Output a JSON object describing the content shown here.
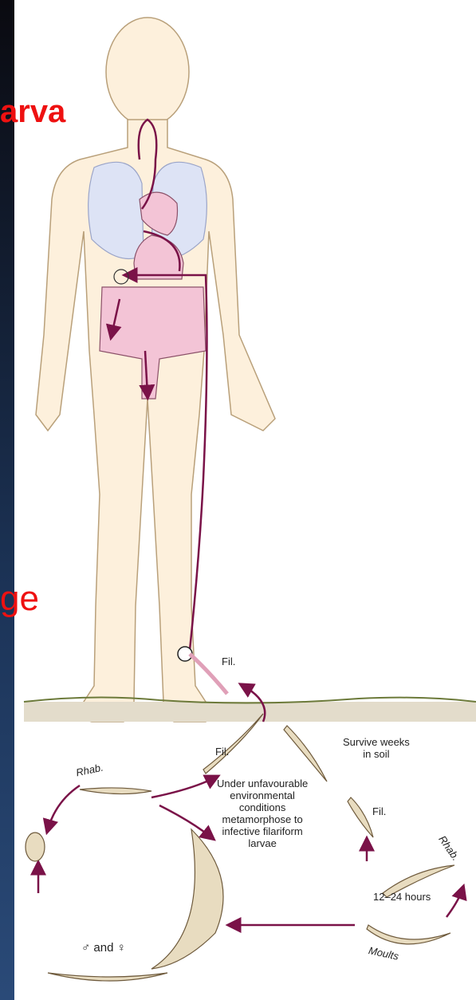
{
  "slide": {
    "title_fragment_1": "arva",
    "title_fragment_2": "ge"
  },
  "diagram": {
    "labels": {
      "fil_top": "Fil.",
      "fil_left": "Fil.",
      "fil_right": "Fil.",
      "rhab_left": "Rhab.",
      "rhab_right": "Rhab.",
      "survive": "Survive weeks\nin soil",
      "unfavourable": "Under unfavourable\nenvironmental\nconditions\nmetamorphose to\ninfective filariform\nlarvae",
      "hours": "12–24 hours",
      "moults": "Moults",
      "sexes": "♂ and ♀"
    },
    "colors": {
      "skin": "#fdf0dc",
      "skin_outline": "#b9a07a",
      "lungs": "#dde3f5",
      "gut": "#f3c4d6",
      "pathway": "#7a1248",
      "soil": "#e3dccb"
    }
  }
}
